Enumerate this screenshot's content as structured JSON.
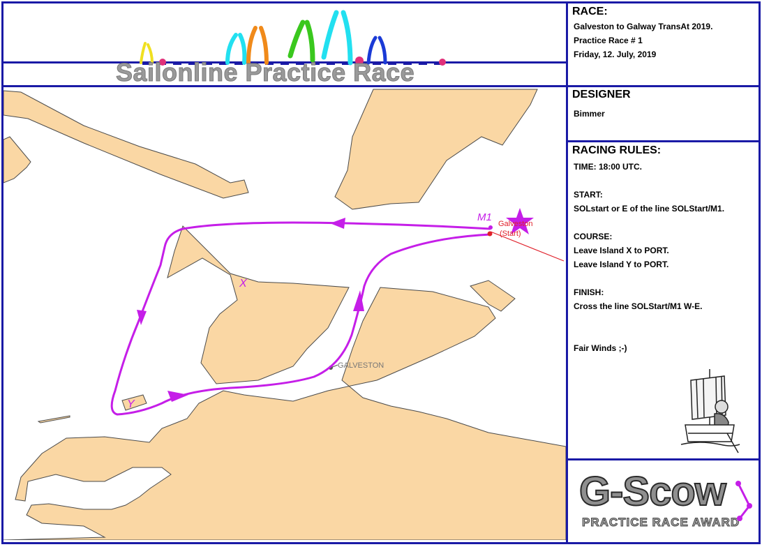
{
  "banner": {
    "title": "Sailonline Practice Race"
  },
  "race": {
    "heading": "RACE:",
    "line1": "Galveston to Galway TransAt 2019.",
    "line2": "Practice Race # 1",
    "line3": "Friday, 12. July, 2019"
  },
  "designer": {
    "heading": "DESIGNER",
    "name": "Bimmer"
  },
  "rules": {
    "heading": "RACING RULES:",
    "time": "TIME: 18:00 UTC.",
    "start_heading": "START:",
    "start_text": "SOLstart or E of the line SOLStart/M1.",
    "course_heading": "COURSE:",
    "course_line1": "Leave Island X to PORT.",
    "course_line2": "Leave Island Y to PORT.",
    "finish_heading": "FINISH:",
    "finish_text": "Cross the line SOLStart/M1 W-E.",
    "sign_off": "Fair Winds ;-)"
  },
  "map": {
    "mark_label": "M1",
    "start_label": "Galveston",
    "start_sub": "(Start)",
    "island_x": "X",
    "island_y": "Y",
    "city_label": "GALVESTON",
    "colors": {
      "land": "#fad7a4",
      "land_edge": "#4a4a4a",
      "route": "#c51ee8",
      "start": "#e0202a"
    }
  },
  "award": {
    "title": "G-Scow",
    "subtitle": "PRACTICE RACE AWARD"
  },
  "colors": {
    "frame": "#1a1aa6",
    "banner_text": "#9a9a9a"
  }
}
